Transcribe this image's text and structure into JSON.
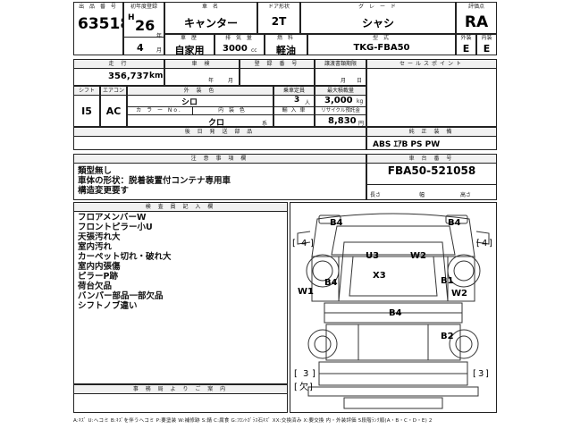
{
  "top": {
    "lot_label": "出 品 番 号",
    "lot_no": "63518",
    "first_reg_label": "初年度登録",
    "era": "H",
    "year": "26",
    "year_unit": "年",
    "month": "4",
    "month_unit": "月",
    "car_name_label": "車 名",
    "car_name": "キャンター",
    "door_label": "ドア形状",
    "door": "2T",
    "grade_label": "グ レ ー ド",
    "grade": "シャシ",
    "score_label": "評価点",
    "score": "RA",
    "usage_label": "車 歴",
    "usage": "自家用",
    "displacement_label": "排 気 量",
    "displacement": "3000",
    "displacement_unit": "cc",
    "fuel_label": "燃 料",
    "fuel": "軽油",
    "model_label": "型 式",
    "model": "TKG-FBA50",
    "exterior_label": "外装",
    "exterior_grade": "E",
    "interior_label": "内装",
    "interior_grade": "E"
  },
  "row2": {
    "mileage_label": "走 行",
    "mileage": "356,737",
    "mileage_unit": "km",
    "inspection_label": "車 検",
    "year_unit": "年",
    "month_unit": "月",
    "registration_label": "登 録 番 号",
    "transfer_label": "譲渡書類期限",
    "month_unit2": "月",
    "day_unit": "日",
    "selling_points_label": "セールスポイント"
  },
  "row3": {
    "shift_label": "シフト",
    "shift": "I5",
    "ac_label": "エアコン",
    "ac": "AC",
    "ext_color_label": "外 装 色",
    "ext_color": "シロ",
    "color_no_label": "カ ラ ー No.",
    "int_color_label": "内 装 色",
    "int_color": "クロ",
    "int_color_unit": "系",
    "capacity_label": "乗車定員",
    "capacity": "3",
    "capacity_unit": "人",
    "load_label": "最大積載量",
    "load": "3,000",
    "load_unit": "kg",
    "import_label": "輸 入 車",
    "recycle_label": "リサイクル預託金",
    "recycle": "8,830",
    "recycle_unit": "円",
    "options_label": "後 日 発 送 部 品",
    "equipment_label": "純 正 装 備",
    "equipment": "ABS ｴｱB PS PW"
  },
  "notes": {
    "header": "注 意 事 項 欄",
    "lines": [
      "類型無し",
      "車体の形状：脱着装置付コンテナ専用車",
      "構造変更要す"
    ],
    "chassis_label": "車 台 番 号",
    "chassis": "FBA50-521058",
    "length_label": "長さ",
    "width_label": "幅",
    "height_label": "高さ"
  },
  "inspector": {
    "header": "検 査 員 記 入 欄",
    "lines": [
      "フロアメンバーW",
      "フロントピラー小U",
      "天張汚れ大",
      "室内汚れ",
      "カーペット切れ・破れ大",
      "室内内張傷",
      "ピラーP跡",
      "荷台欠品",
      "バンパー部品一部欠品",
      "シフトノブ違い"
    ],
    "office_header": "事 務 局 よ り ご 案 内"
  },
  "diagram": {
    "marks": [
      "B4",
      "B4",
      "4",
      "4",
      "U3",
      "W2",
      "X3",
      "W1",
      "B4",
      "B1",
      "W2",
      "B4",
      "B2",
      "3",
      "3",
      "欠"
    ]
  },
  "legend": "A:ｷｽﾞ U:ヘコミ B:ｷｽﾞを伴うヘコミ P:要塗装 W:補修跡 S:錆 C:腐食 G:ﾌﾛﾝﾄｶﾞﾗｽ石ｷｽﾞ XX:交換済み X:要交換 内・外装評価 5段階ﾗﾝｸ順(A・B・C・D・E) 2"
}
